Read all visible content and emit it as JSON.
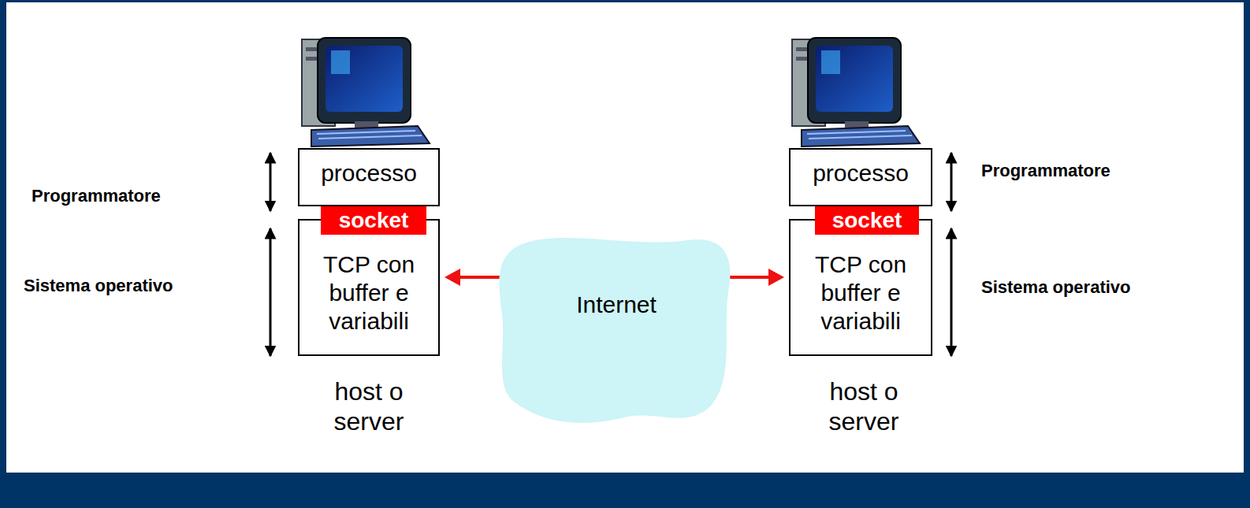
{
  "diagram": {
    "nodes": [
      {
        "text": [
          "processo"
        ]
      },
      {
        "text": [
          "socket"
        ]
      },
      {
        "text": [
          "TCP con buffer e variabili"
        ]
      },
      {
        "text": [
          "Internet"
        ]
      },
      {
        "text": [
          "processo"
        ]
      },
      {
        "text": [
          "socket"
        ]
      },
      {
        "text": [
          "TCP con buffer e variabili"
        ]
      }
    ],
    "edges": [
      {
        "from": 2,
        "to": 6,
        "arrow": "both"
      }
    ],
    "labels": [
      "Programmatore",
      "Sistema operativo",
      "host o server",
      "Programmatore",
      "Sistema operativo",
      "host o server"
    ]
  }
}
